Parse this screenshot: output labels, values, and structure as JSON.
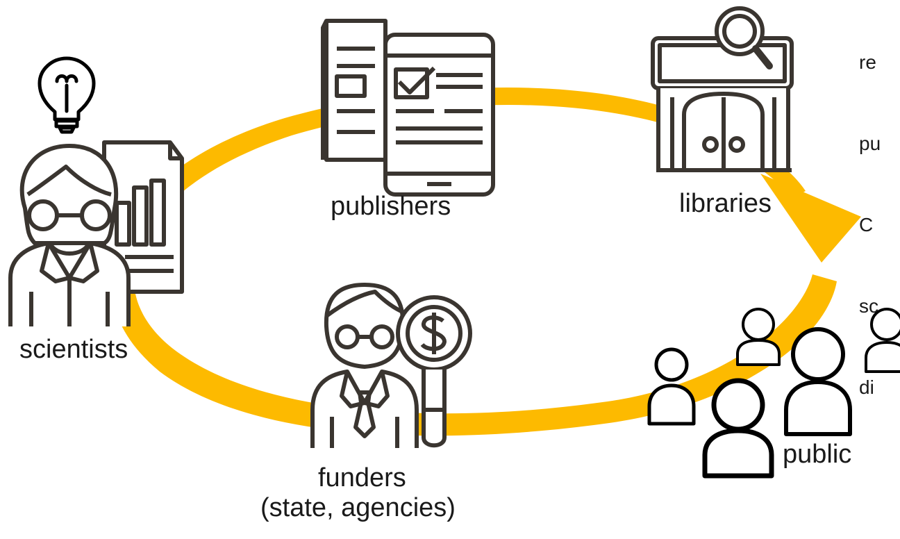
{
  "colors": {
    "cycle": "#FDBA00",
    "icon": "#3a3530",
    "public_icon": "#000000",
    "text": "#1a1a1a"
  },
  "nodes": {
    "scientists": {
      "label": "scientists",
      "icon": "scientist-icon"
    },
    "publishers": {
      "label": "publishers",
      "icon": "publisher-documents-icon"
    },
    "libraries": {
      "label": "libraries",
      "icon": "library-building-icon"
    },
    "funders": {
      "label_line1": "funders",
      "label_line2": "(state, agencies)",
      "icon": "funder-icon"
    },
    "public": {
      "label": "public",
      "icon": "people-group-icon"
    }
  },
  "idea_icon": "lightbulb-icon",
  "side_text": {
    "lines": [
      "re",
      "pu",
      "C",
      "sc",
      "di"
    ]
  }
}
